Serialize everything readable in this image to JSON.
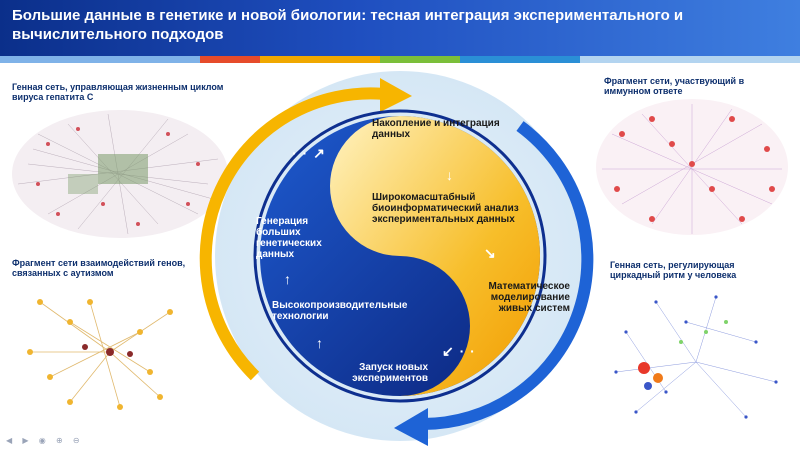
{
  "header": {
    "title": "Большие данные в генетике и новой биологии: тесная интеграция экспериментального и вычислительного подходов"
  },
  "side_labels": {
    "top_left": "Генная сеть, управляющая жизненным циклом вируса гепатита С",
    "top_right": "Фрагмент сети, участвующий в иммунном ответе",
    "bottom_left": "Фрагмент сети взаимодействий генов, связанных с аутизмом",
    "bottom_right": "Генная сеть, регулирующая циркадный ритм у человека"
  },
  "cycle": {
    "accumulation": "Накопление и интеграция данных",
    "analysis": "Широкомасштабный биоинформатический анализ экспериментальных данных",
    "modeling": "Математическое моделирование живых систем",
    "launch": "Запуск новых экспериментов",
    "hightech": "Высокопроизводительные технологии",
    "generation": "Генерация больших генетических данных"
  },
  "colors": {
    "header_dark": "#0b2f8a",
    "header_light": "#3f7fe0",
    "yin_dark": "#0e2f8f",
    "yang_yellow": "#f5b400",
    "arrow_outer": "#f7b500",
    "arrow_blue": "#1e63d6",
    "label_text": "#0d2f6d"
  },
  "icons": {
    "arrow": "white-arrow-icon",
    "dotted_arrow": "dotted-arrow-icon"
  }
}
